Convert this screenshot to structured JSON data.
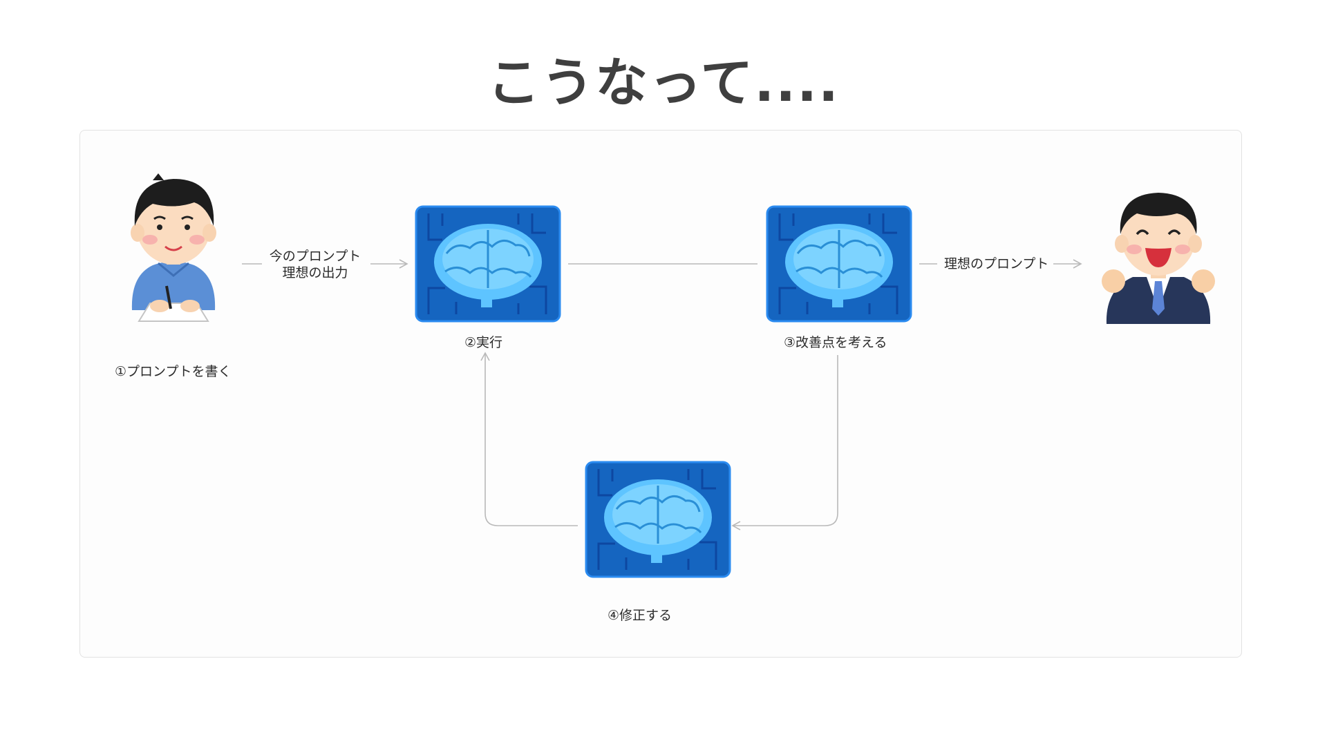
{
  "title": "こうなって....",
  "steps": {
    "step1": "①プロンプトを書く",
    "step2": "②実行",
    "step3": "③改善点を考える",
    "step4": "④修正する"
  },
  "edges": {
    "input_line1": "今のプロンプト",
    "input_line2": "理想の出力",
    "output": "理想のプロンプト"
  },
  "icons": {
    "writer": "person-writing-icon",
    "brain": "ai-brain-chip-icon",
    "happy": "happy-businessman-icon"
  },
  "colors": {
    "title": "#3f3f3f",
    "brain_bg": "#1565c0",
    "brain_fill": "#5ec4ff",
    "connector": "#b9b9b9"
  }
}
